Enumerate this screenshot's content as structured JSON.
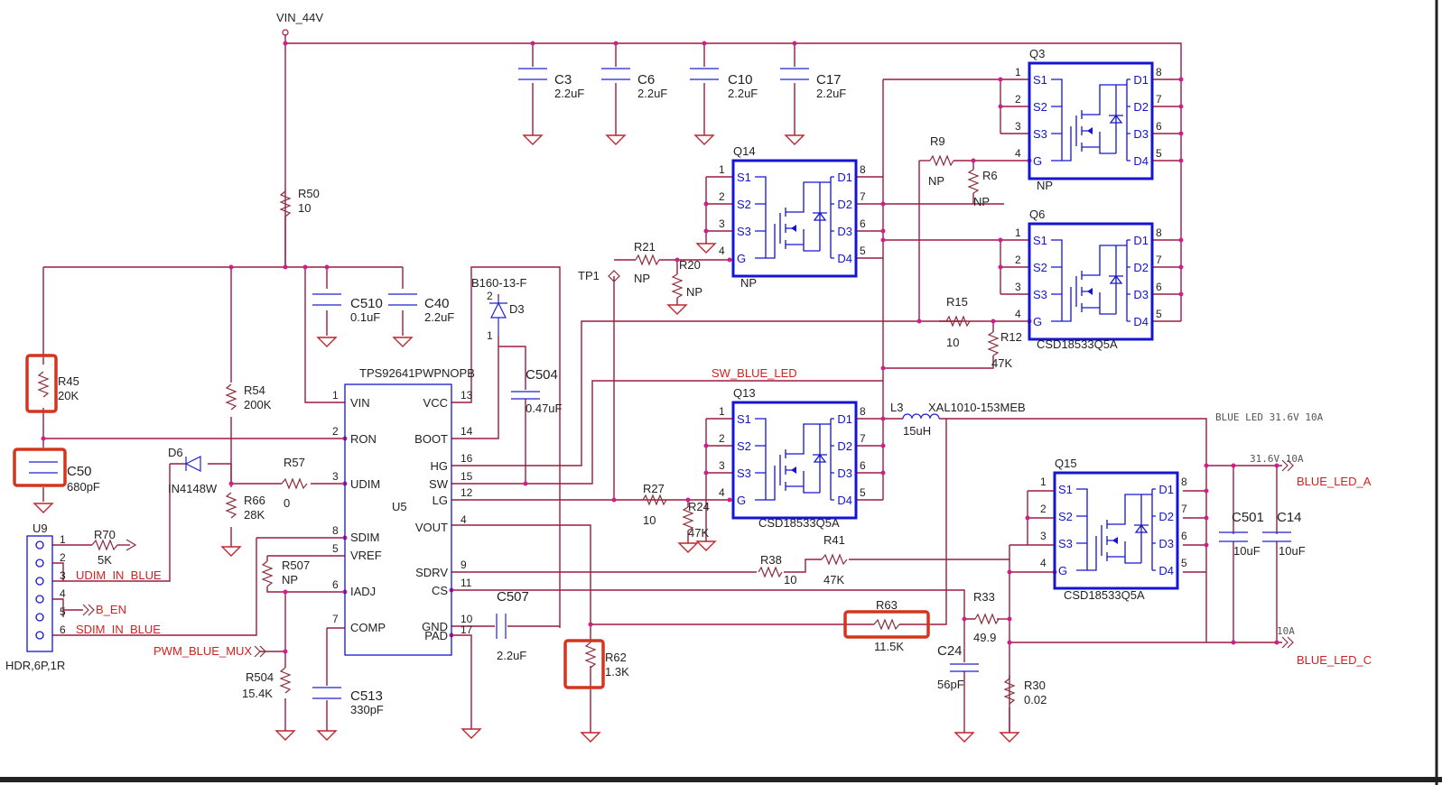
{
  "rail": {
    "vin": "VIN_44V"
  },
  "caps_top": [
    {
      "ref": "C3",
      "val": "2.2uF"
    },
    {
      "ref": "C6",
      "val": "2.2uF"
    },
    {
      "ref": "C10",
      "val": "2.2uF"
    },
    {
      "ref": "C17",
      "val": "2.2uF"
    }
  ],
  "resistors": {
    "r50": {
      "ref": "R50",
      "val": "10"
    },
    "r45": {
      "ref": "R45",
      "val": "20K"
    },
    "r54": {
      "ref": "R54",
      "val": "200K"
    },
    "r66": {
      "ref": "R66",
      "val": "28K"
    },
    "r57": {
      "ref": "R57",
      "val": "0"
    },
    "r70": {
      "ref": "R70",
      "val": "5K"
    },
    "r507": {
      "ref": "R507",
      "val": "NP"
    },
    "r504": {
      "ref": "R504",
      "val": "15.4K"
    },
    "r21": {
      "ref": "R21",
      "val": "NP"
    },
    "r20": {
      "ref": "R20",
      "val": "NP"
    },
    "r9": {
      "ref": "R9",
      "val": "NP"
    },
    "r6": {
      "ref": "R6",
      "val": "NP"
    },
    "r15": {
      "ref": "R15",
      "val": "10"
    },
    "r12": {
      "ref": "R12",
      "val": "47K"
    },
    "r27": {
      "ref": "R27",
      "val": "10"
    },
    "r24": {
      "ref": "R24",
      "val": "47K"
    },
    "r38": {
      "ref": "R38",
      "val": "10"
    },
    "r41": {
      "ref": "R41",
      "val": "47K"
    },
    "r63": {
      "ref": "R63",
      "val": "11.5K"
    },
    "r33": {
      "ref": "R33",
      "val": "49.9"
    },
    "r62": {
      "ref": "R62",
      "val": "1.3K"
    },
    "r30": {
      "ref": "R30",
      "val": "0.02"
    }
  },
  "caps": {
    "c510": {
      "ref": "C510",
      "val": "0.1uF"
    },
    "c40": {
      "ref": "C40",
      "val": "2.2uF"
    },
    "c50": {
      "ref": "C50",
      "val": "680pF"
    },
    "c504": {
      "ref": "C504",
      "val": "0.47uF"
    },
    "c507": {
      "ref": "C507",
      "val": "2.2uF"
    },
    "c513": {
      "ref": "C513",
      "val": "330pF"
    },
    "c24": {
      "ref": "C24",
      "val": "56pF"
    },
    "c501": {
      "ref": "C501",
      "val": "10uF"
    },
    "c14": {
      "ref": "C14",
      "val": "10uF"
    }
  },
  "diodes": {
    "d3": {
      "ref": "D3",
      "part": "B160-13-F"
    },
    "d6": {
      "ref": "D6",
      "part": "IN4148W"
    }
  },
  "inductor": {
    "ref": "L3",
    "part": "XAL1010-153MEB",
    "val": "15uH"
  },
  "ic": {
    "ref": "U5",
    "part": "TPS92641PWPNOPB",
    "left_pins": [
      {
        "num": "1",
        "name": "VIN"
      },
      {
        "num": "2",
        "name": "RON"
      },
      {
        "num": "3",
        "name": "UDIM"
      },
      {
        "num": "8",
        "name": "SDIM"
      },
      {
        "num": "5",
        "name": "VREF"
      },
      {
        "num": "6",
        "name": "IADJ"
      },
      {
        "num": "7",
        "name": "COMP"
      }
    ],
    "right_pins": [
      {
        "num": "13",
        "name": "VCC"
      },
      {
        "num": "14",
        "name": "BOOT"
      },
      {
        "num": "16",
        "name": "HG"
      },
      {
        "num": "15",
        "name": "SW"
      },
      {
        "num": "12",
        "name": "LG"
      },
      {
        "num": "4",
        "name": "VOUT"
      },
      {
        "num": "9",
        "name": "SDRV"
      },
      {
        "num": "11",
        "name": "CS"
      },
      {
        "num": "10",
        "name": "GND"
      },
      {
        "num": "17",
        "name": "PAD"
      }
    ]
  },
  "connector": {
    "ref": "U9",
    "part": "HDR,6P,1R",
    "pins": [
      "1",
      "2",
      "3",
      "4",
      "5",
      "6"
    ]
  },
  "mosfets": [
    {
      "ref": "Q3",
      "val": "NP",
      "left": [
        "S1",
        "S2",
        "S3",
        "G"
      ],
      "right": [
        "D1",
        "D2",
        "D3",
        "D4"
      ],
      "lnums": [
        "1",
        "2",
        "3",
        "4"
      ],
      "rnums": [
        "8",
        "7",
        "6",
        "5"
      ]
    },
    {
      "ref": "Q6",
      "val": "CSD18533Q5A",
      "left": [
        "S1",
        "S2",
        "S3",
        "G"
      ],
      "right": [
        "D1",
        "D2",
        "D3",
        "D4"
      ],
      "lnums": [
        "1",
        "2",
        "3",
        "4"
      ],
      "rnums": [
        "8",
        "7",
        "6",
        "5"
      ]
    },
    {
      "ref": "Q14",
      "val": "NP",
      "left": [
        "S1",
        "S2",
        "S3",
        "G"
      ],
      "right": [
        "D1",
        "D2",
        "D3",
        "D4"
      ],
      "lnums": [
        "1",
        "2",
        "3",
        "4"
      ],
      "rnums": [
        "8",
        "7",
        "6",
        "5"
      ]
    },
    {
      "ref": "Q13",
      "val": "CSD18533Q5A",
      "left": [
        "S1",
        "S2",
        "S3",
        "G"
      ],
      "right": [
        "D1",
        "D2",
        "D3",
        "D4"
      ],
      "lnums": [
        "1",
        "2",
        "3",
        "4"
      ],
      "rnums": [
        "8",
        "7",
        "6",
        "5"
      ]
    },
    {
      "ref": "Q15",
      "val": "CSD18533Q5A",
      "left": [
        "S1",
        "S2",
        "S3",
        "G"
      ],
      "right": [
        "D1",
        "D2",
        "D3",
        "D4"
      ],
      "lnums": [
        "1",
        "2",
        "3",
        "4"
      ],
      "rnums": [
        "8",
        "7",
        "6",
        "5"
      ]
    }
  ],
  "nets": {
    "sw_blue_led": "SW_BLUE_LED",
    "udim_in_blue": "UDIM_IN_BLUE",
    "b_en": "B_EN",
    "sdim_in_blue": "SDIM_IN_BLUE",
    "pwm_blue_mux": "PWM_BLUE_MUX",
    "blue_led_a": "BLUE_LED_A",
    "blue_led_c": "BLUE_LED_C",
    "tp1": "TP1"
  },
  "notes": {
    "blue_led": "BLUE LED  31.6V 10A",
    "v_a": "31.6V 10A",
    "i_c": "10A"
  },
  "colors": {
    "wire": "#9b1b40",
    "component": "#2222cc",
    "highlight": "#d2361e",
    "net_label": "#d41e1e",
    "junction": "#d21e8c"
  }
}
